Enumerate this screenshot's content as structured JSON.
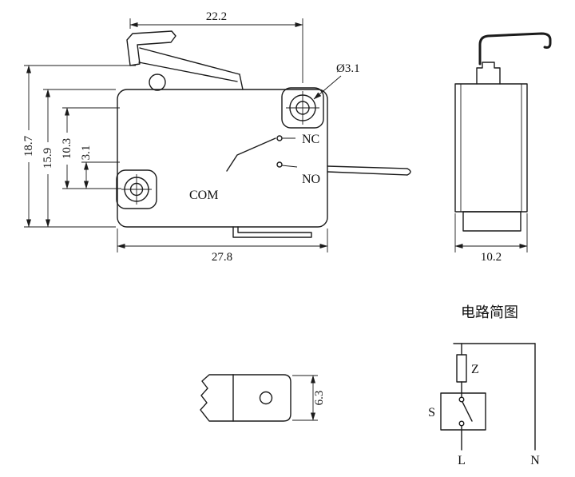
{
  "page": {
    "background": "#ffffff",
    "line_color": "#1b1b1b"
  },
  "front_view": {
    "dim_top_width": "22.2",
    "hole_diameter": "Ø3.1",
    "dim_total_height": "18.7",
    "dim_body_height": "15.9",
    "dim_hole_spacing": "10.3",
    "dim_hole_offset": "3.1",
    "dim_body_width": "27.8",
    "label_nc": "NC",
    "label_no": "NO",
    "label_com": "COM"
  },
  "side_view": {
    "dim_depth": "10.2"
  },
  "terminal_view": {
    "dim_width": "6.3"
  },
  "circuit": {
    "title": "电路简图",
    "component_z": "Z",
    "component_s": "S",
    "terminal_l": "L",
    "terminal_n": "N"
  }
}
